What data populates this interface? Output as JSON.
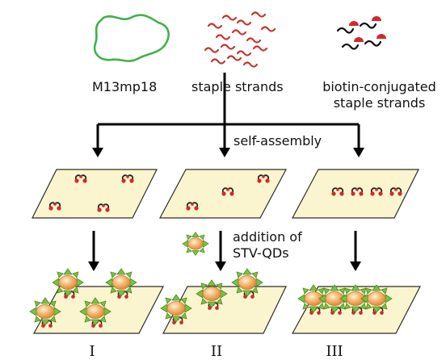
{
  "materials": {
    "scaffold_label": "M13mp18",
    "staples_label": "staple strands",
    "biotin_label_line1": "biotin-conjugated",
    "biotin_label_line2": "staple strands"
  },
  "steps": {
    "assembly_label": "self-assembly",
    "addition_label_line1": "addition of",
    "addition_label_line2": "STV-QDs"
  },
  "panels": [
    {
      "numeral": "I"
    },
    {
      "numeral": "II"
    },
    {
      "numeral": "III"
    }
  ],
  "colors": {
    "scaffold": "#3fb24a",
    "staple": "#c8312b",
    "tile_fill": "#fbf5cf",
    "tile_stroke": "#2c2c2c",
    "arrow": "#000000",
    "qd_core": "#f5b36b",
    "stv_shell": "#7ac143"
  }
}
